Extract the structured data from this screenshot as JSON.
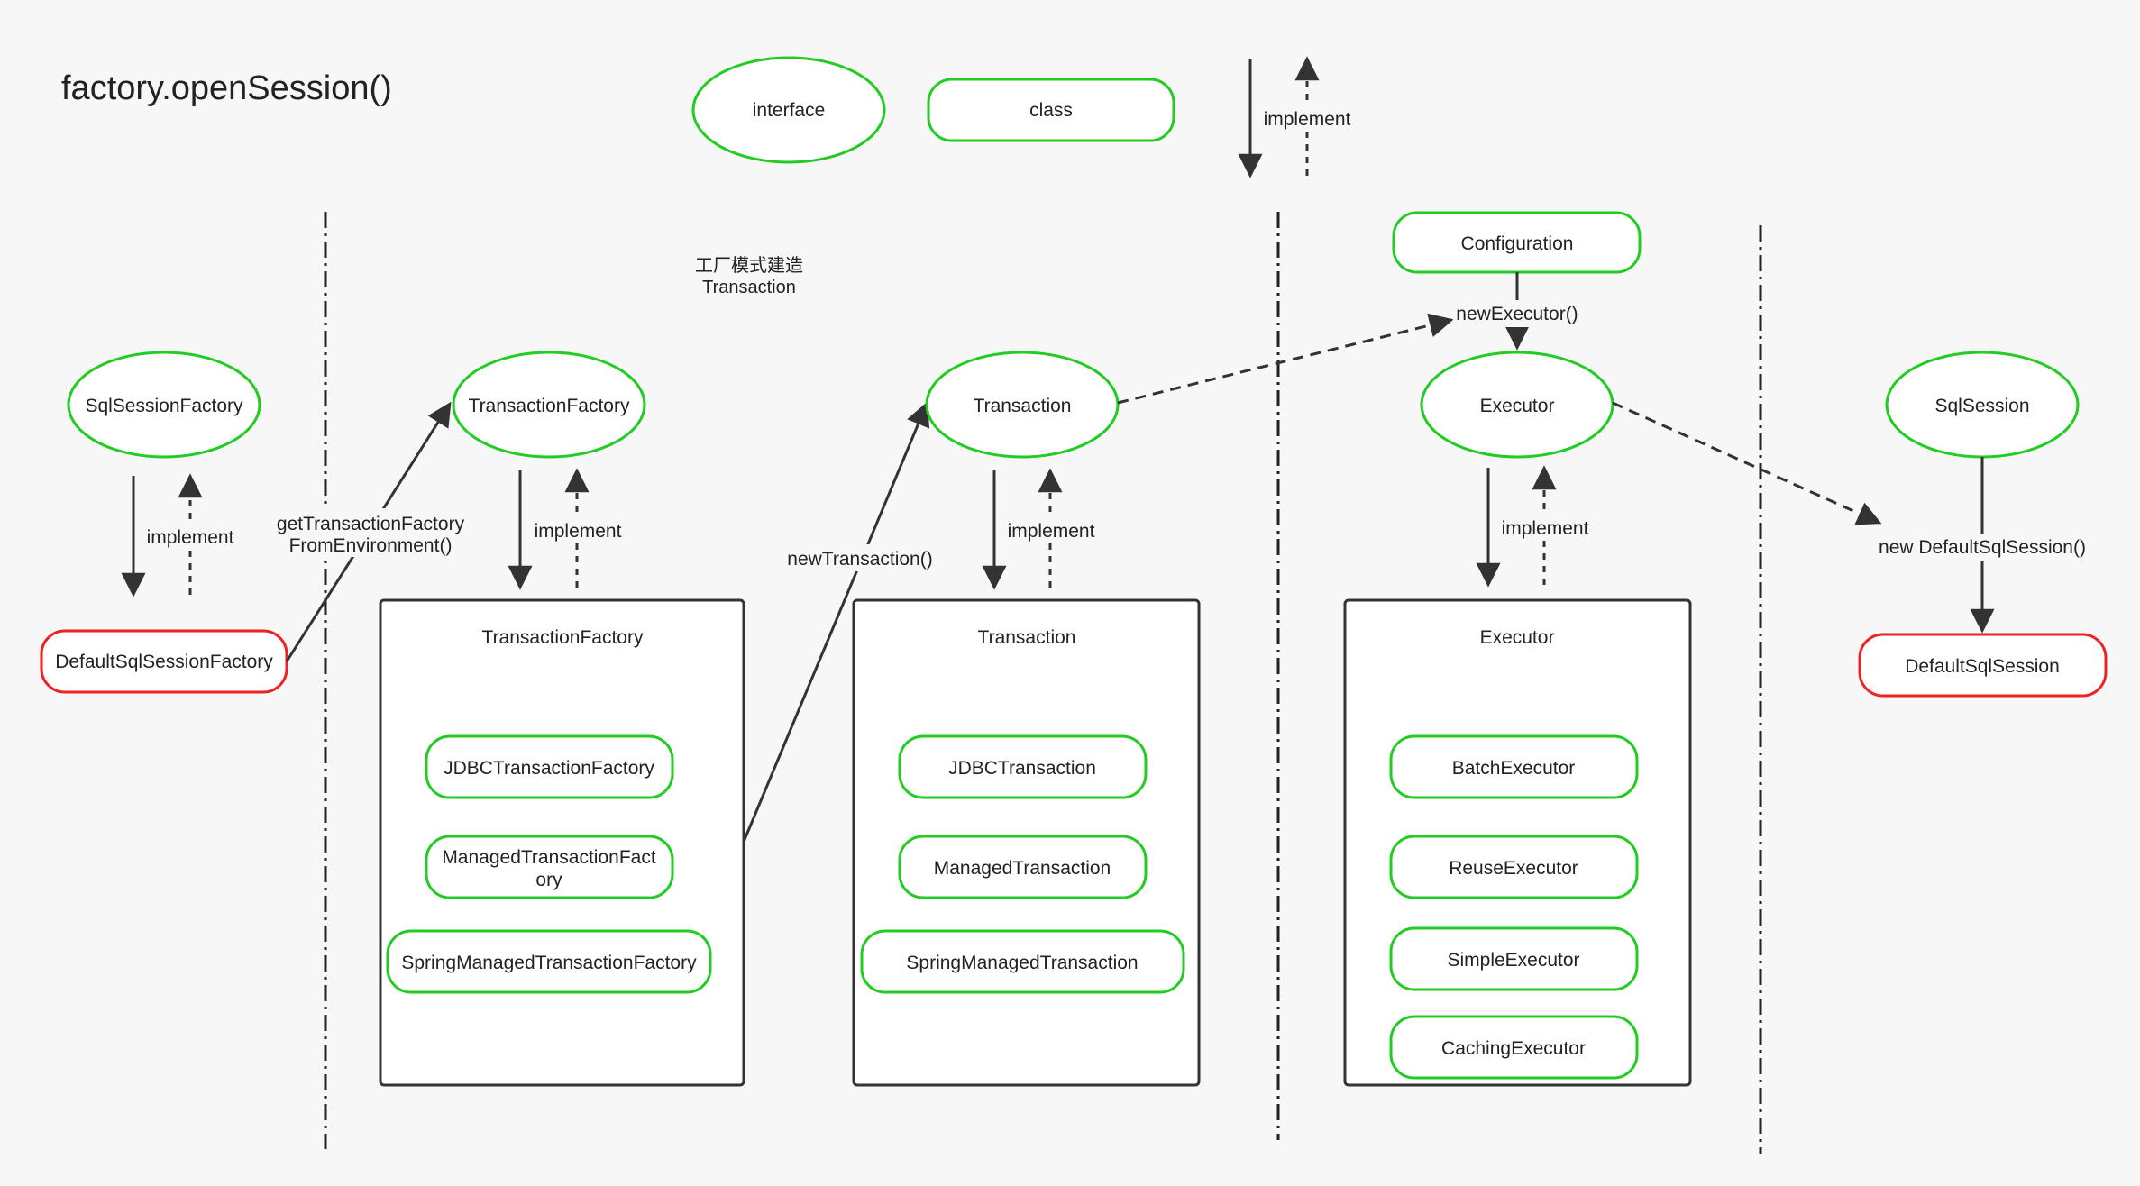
{
  "title": "factory.openSession()",
  "legend": {
    "interface_label": "interface",
    "class_label": "class",
    "implement_label": "implement"
  },
  "note": {
    "line1": "工厂模式建造",
    "line2": "Transaction"
  },
  "colors": {
    "interface_border": "#22cc22",
    "implementation_border": "#ee2222",
    "edge": "#333333",
    "background": "#f7f7f7"
  },
  "nodes": {
    "sql_session_factory": "SqlSessionFactory",
    "default_sql_session_factory": "DefaultSqlSessionFactory",
    "transaction_factory": "TransactionFactory",
    "transaction_factory_group": "TransactionFactory",
    "jdbc_transaction_factory": "JDBCTransactionFactory",
    "managed_transaction_factory_line1": "ManagedTransactionFact",
    "managed_transaction_factory_line2": "ory",
    "spring_managed_transaction_factory": "SpringManagedTransactionFactory",
    "transaction": "Transaction",
    "transaction_group": "Transaction",
    "jdbc_transaction": "JDBCTransaction",
    "managed_transaction": "ManagedTransaction",
    "spring_managed_transaction": "SpringManagedTransaction",
    "configuration": "Configuration",
    "executor": "Executor",
    "executor_group": "Executor",
    "batch_executor": "BatchExecutor",
    "reuse_executor": "ReuseExecutor",
    "simple_executor": "SimpleExecutor",
    "caching_executor": "CachingExecutor",
    "sql_session": "SqlSession",
    "default_sql_session": "DefaultSqlSession"
  },
  "edges": {
    "implement_label": "implement",
    "get_tx_factory_line1": "getTransactionFactory",
    "get_tx_factory_line2": "FromEnvironment()",
    "new_transaction": "newTransaction()",
    "new_executor": "newExecutor()",
    "new_default_sql_session": "new DefaultSqlSession()"
  }
}
